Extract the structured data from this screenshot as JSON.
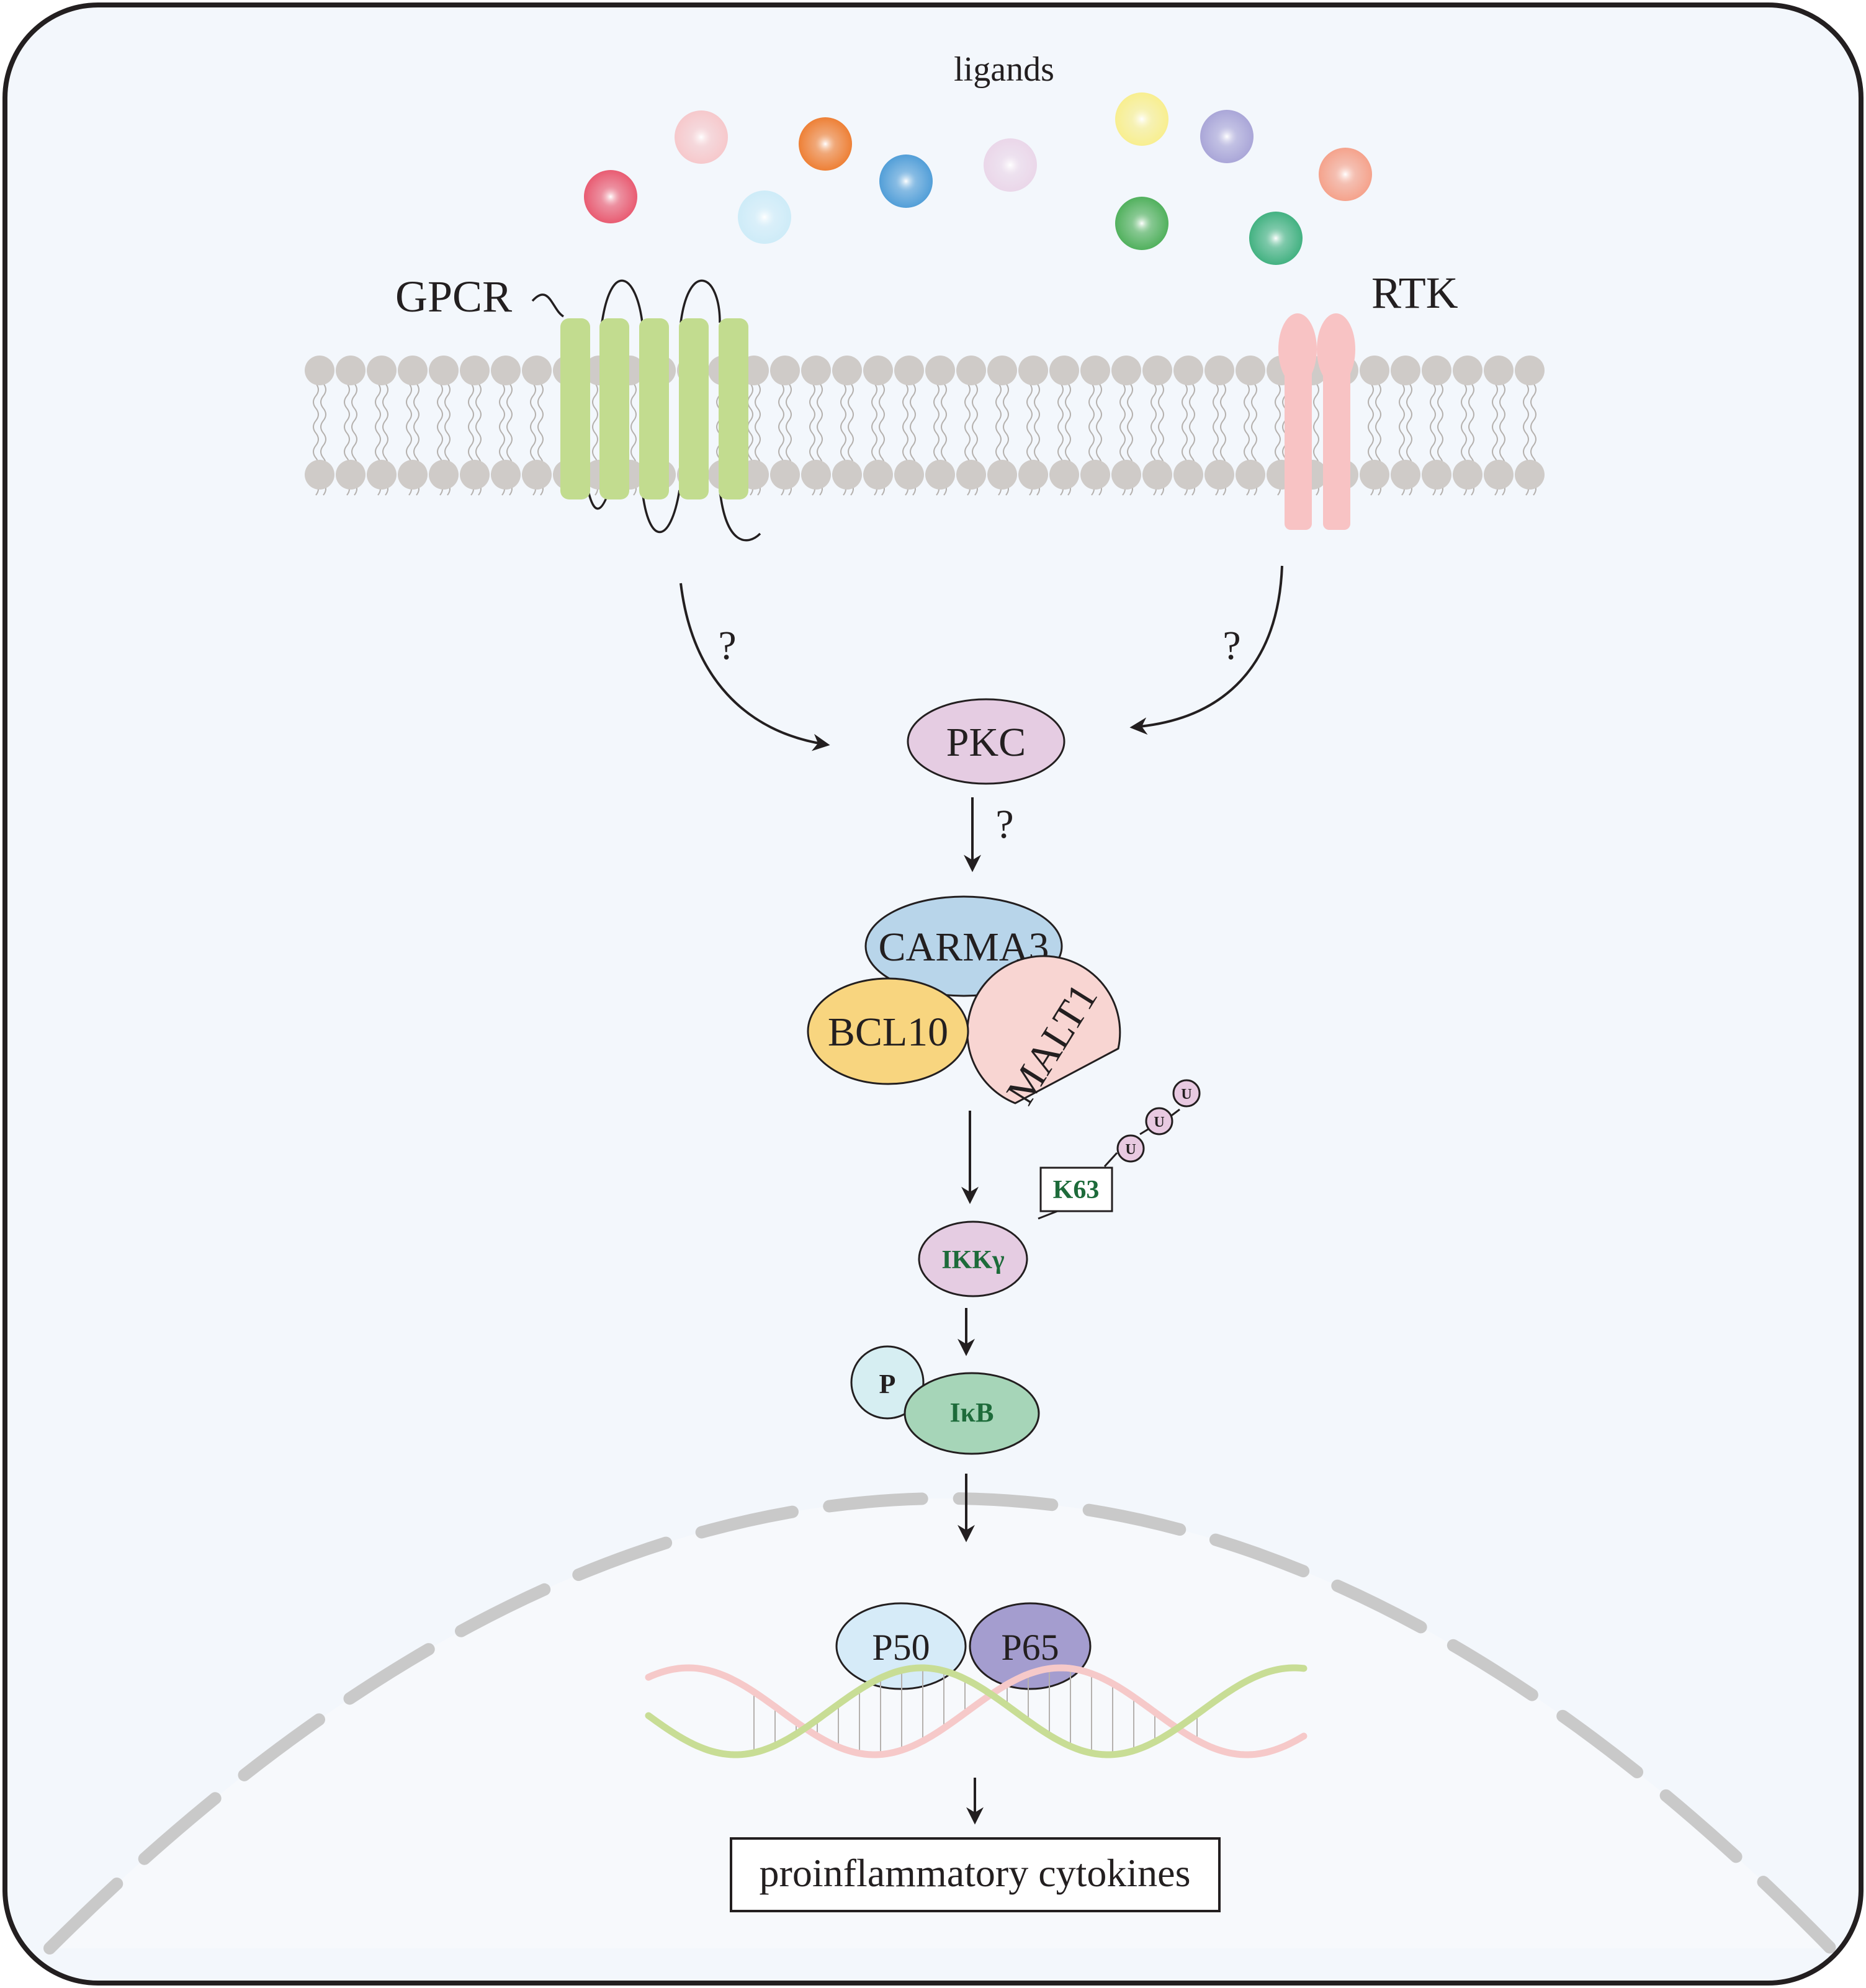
{
  "labels": {
    "ligands": "ligands",
    "gpcr": "GPCR",
    "rtk": "RTK",
    "question_left": "?",
    "question_right": "?",
    "question_pkc": "?",
    "pkc": "PKC",
    "carma3": "CARMA3",
    "bcl10": "BCL10",
    "malt1": "MALT1",
    "ubiquitin": "U",
    "k63": "K63",
    "ikk_gamma": "IKKγ",
    "phospho": "P",
    "ikb": "IκB",
    "p50": "P50",
    "p65": "P65",
    "output": "proinflammatory cytokines"
  },
  "colors": {
    "background": "#f3f7fc",
    "nucleus": "#f7f9fc",
    "frame": "#231f20",
    "membrane_head": "#cfcbc8",
    "gpcr": "#c2dc8f",
    "rtk": "#f8c3c4",
    "pkc": "#e5cce2",
    "carma3": "#b8d5ea",
    "bcl10": "#f8d57f",
    "malt1": "#f8d5d2",
    "ikk": "#e5cce2",
    "ubiquitin": "#e8c9e1",
    "phospho": "#d6eef2",
    "ikb": "#a6d5b8",
    "p50": "#d6ebf8",
    "p65": "#a49dcf",
    "dna_green": "#c8dd95",
    "dna_pink": "#f6c9c9",
    "envelope": "#c9c9c9"
  },
  "ligand_colors": [
    "#e8546b",
    "#f6c6c9",
    "#ccebf8",
    "#ee7a2c",
    "#4a9ad6",
    "#ead5e8",
    "#f8ee8a",
    "#a6a2d6",
    "#49ad55",
    "#3aae7b",
    "#f59e86"
  ]
}
